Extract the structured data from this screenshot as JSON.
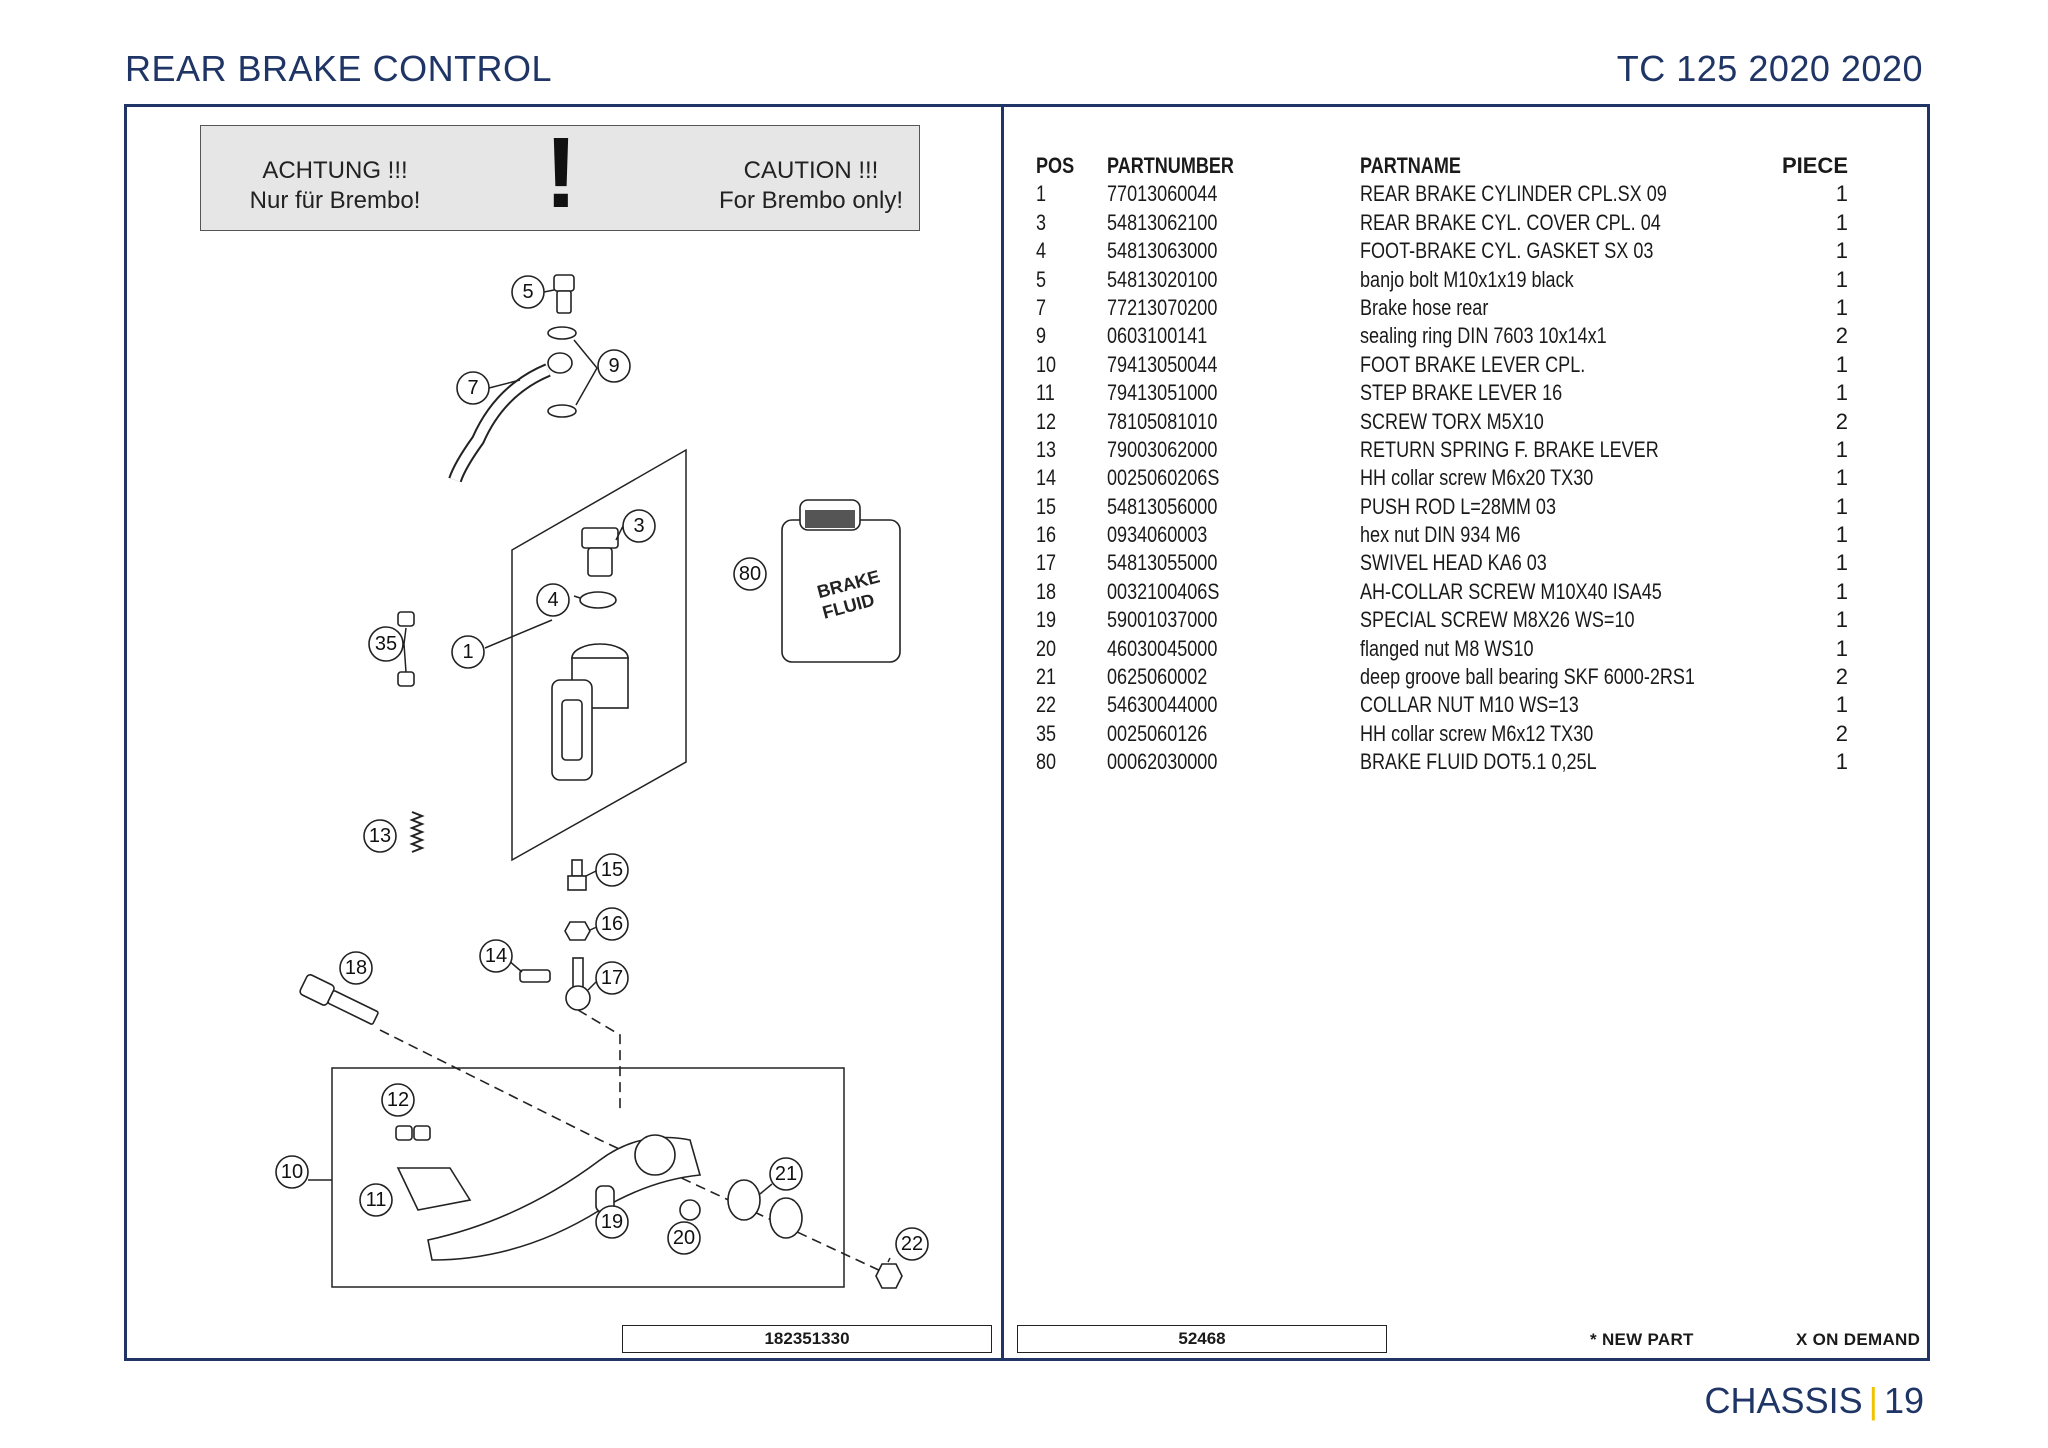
{
  "header": {
    "title": "REAR BRAKE CONTROL",
    "model": "TC 125 2020 2020"
  },
  "warning": {
    "left_line1": "ACHTUNG !!!",
    "left_line2": "Nur für Brembo!",
    "mark": "!",
    "right_line1": "CAUTION !!!",
    "right_line2": "For Brembo only!"
  },
  "diagram": {
    "fluid_label_line1": "BRAKE",
    "fluid_label_line2": "FLUID",
    "callouts": [
      "5",
      "7",
      "9",
      "3",
      "80",
      "4",
      "35",
      "1",
      "13",
      "15",
      "16",
      "14",
      "17",
      "18",
      "12",
      "10",
      "11",
      "21",
      "19",
      "20",
      "22"
    ]
  },
  "doc_numbers": {
    "left": "182351330",
    "right": "52468"
  },
  "legend": {
    "new_part": "* NEW PART",
    "on_demand": "X ON DEMAND"
  },
  "table": {
    "headers": {
      "pos": "POS",
      "partnumber": "PARTNUMBER",
      "partname": "PARTNAME",
      "piece": "PIECE"
    },
    "rows": [
      {
        "pos": "1",
        "partnumber": "77013060044",
        "partname": "REAR BRAKE CYLINDER CPL.SX 09",
        "piece": "1"
      },
      {
        "pos": "3",
        "partnumber": "54813062100",
        "partname": "REAR BRAKE CYL. COVER CPL. 04",
        "piece": "1"
      },
      {
        "pos": "4",
        "partnumber": "54813063000",
        "partname": "FOOT-BRAKE CYL. GASKET SX 03",
        "piece": "1"
      },
      {
        "pos": "5",
        "partnumber": "54813020100",
        "partname": "banjo bolt M10x1x19 black",
        "piece": "1"
      },
      {
        "pos": "7",
        "partnumber": "77213070200",
        "partname": "Brake hose rear",
        "piece": "1"
      },
      {
        "pos": "9",
        "partnumber": "0603100141",
        "partname": "sealing ring DIN 7603 10x14x1",
        "piece": "2"
      },
      {
        "pos": "10",
        "partnumber": "79413050044",
        "partname": "FOOT BRAKE LEVER CPL.",
        "piece": "1"
      },
      {
        "pos": "11",
        "partnumber": "79413051000",
        "partname": "STEP BRAKE LEVER 16",
        "piece": "1"
      },
      {
        "pos": "12",
        "partnumber": "78105081010",
        "partname": "SCREW TORX M5X10",
        "piece": "2"
      },
      {
        "pos": "13",
        "partnumber": "79003062000",
        "partname": "RETURN SPRING F. BRAKE LEVER",
        "piece": "1"
      },
      {
        "pos": "14",
        "partnumber": "0025060206S",
        "partname": "HH collar screw M6x20 TX30",
        "piece": "1"
      },
      {
        "pos": "15",
        "partnumber": "54813056000",
        "partname": "PUSH ROD L=28MM 03",
        "piece": "1"
      },
      {
        "pos": "16",
        "partnumber": "0934060003",
        "partname": "hex nut DIN 934 M6",
        "piece": "1"
      },
      {
        "pos": "17",
        "partnumber": "54813055000",
        "partname": "SWIVEL HEAD KA6 03",
        "piece": "1"
      },
      {
        "pos": "18",
        "partnumber": "0032100406S",
        "partname": "AH-COLLAR SCREW M10X40 ISA45",
        "piece": "1"
      },
      {
        "pos": "19",
        "partnumber": "59001037000",
        "partname": "SPECIAL SCREW M8X26 WS=10",
        "piece": "1"
      },
      {
        "pos": "20",
        "partnumber": "46030045000",
        "partname": "flanged nut M8 WS10",
        "piece": "1"
      },
      {
        "pos": "21",
        "partnumber": "0625060002",
        "partname": "deep groove ball bearing SKF 6000-2RS1",
        "piece": "2"
      },
      {
        "pos": "22",
        "partnumber": "54630044000",
        "partname": "COLLAR NUT M10 WS=13",
        "piece": "1"
      },
      {
        "pos": "35",
        "partnumber": "0025060126",
        "partname": "HH collar screw M6x12 TX30",
        "piece": "2"
      },
      {
        "pos": "80",
        "partnumber": "00062030000",
        "partname": "BRAKE FLUID DOT5.1 0,25L",
        "piece": "1"
      }
    ]
  },
  "footer": {
    "section": "CHASSIS",
    "separator": "|",
    "page": "19"
  },
  "colors": {
    "brand": "#1f3566",
    "accent": "#f0c300"
  }
}
